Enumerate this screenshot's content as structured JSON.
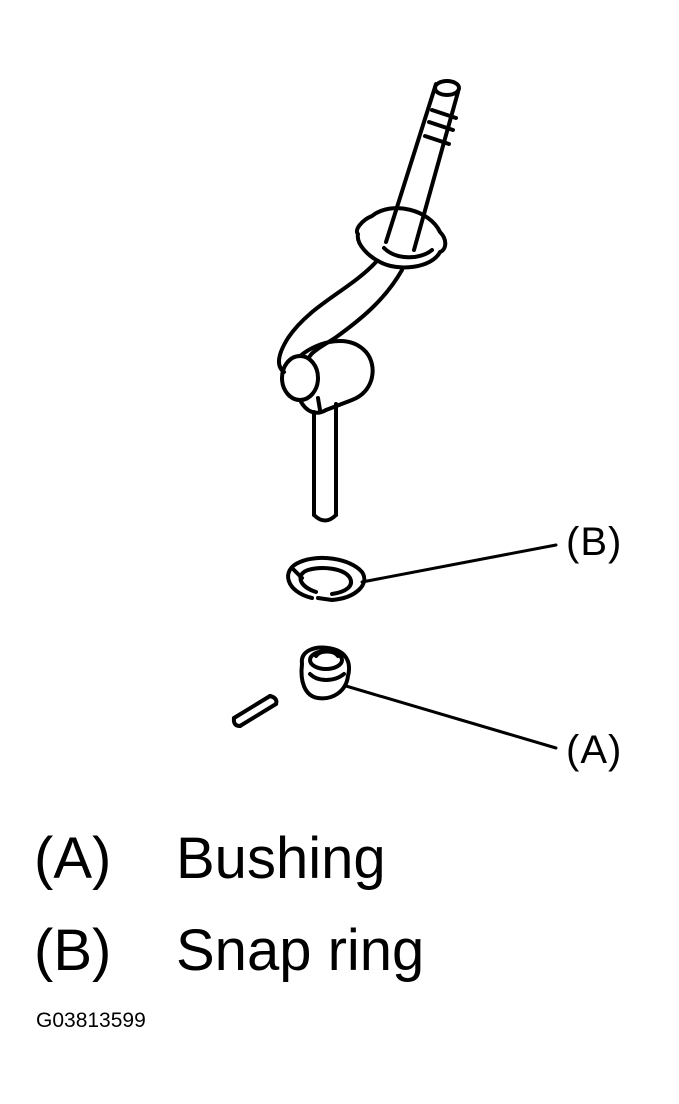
{
  "diagram": {
    "callouts": [
      {
        "id": "B",
        "text": "(B)"
      },
      {
        "id": "A",
        "text": "(A)"
      }
    ]
  },
  "legend": [
    {
      "key": "(A)",
      "label": "Bushing"
    },
    {
      "key": "(B)",
      "label": "Snap ring"
    }
  ],
  "figure_id": "G03813599"
}
